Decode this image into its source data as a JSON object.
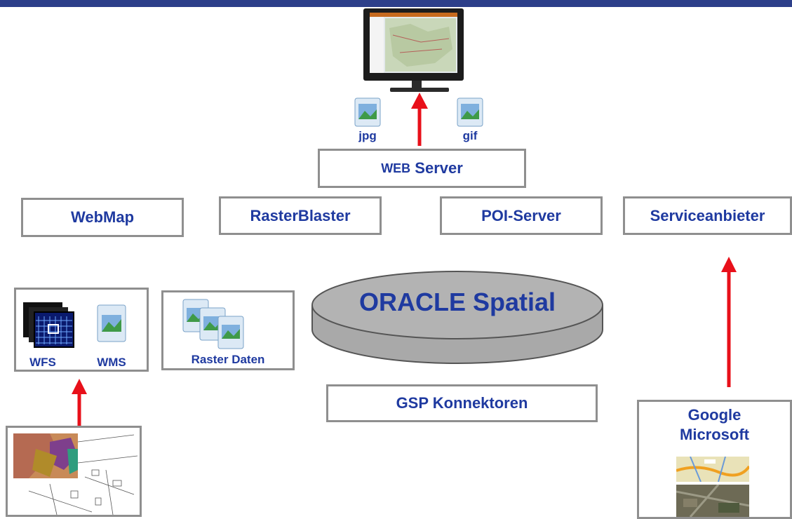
{
  "colors": {
    "label": "#1f3aa0",
    "arrow": "#e8101a",
    "border": "#8f8f8f",
    "topbar": "#2d3f8a",
    "cylinder": "#a9a9a9"
  },
  "server": {
    "jpg_label": "jpg",
    "gif_label": "gif",
    "web_prefix": "WEB",
    "web_suffix": " Server"
  },
  "services": {
    "webmap": "WebMap",
    "rasterblaster": "RasterBlaster",
    "poi": "POI-Server",
    "serviceanbieter": "Serviceanbieter"
  },
  "sources": {
    "wfs": "WFS",
    "wms": "WMS",
    "raster": "Raster Daten"
  },
  "database": {
    "label": "ORACLE Spatial"
  },
  "connectors": {
    "label": "GSP Konnektoren"
  },
  "providers": {
    "line1": "Google",
    "line2": "Microsoft"
  },
  "icons": [
    "monitor-icon",
    "image-file-icon",
    "wfs-grid-icon",
    "raster-stack-icon",
    "map-thumbnail-icon",
    "satellite-thumbnail-icon"
  ]
}
